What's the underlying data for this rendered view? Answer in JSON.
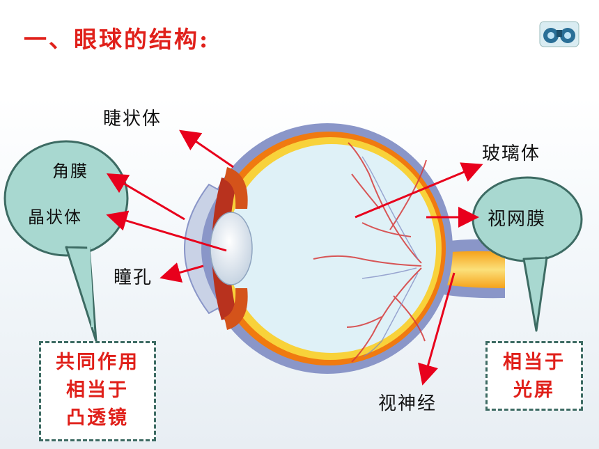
{
  "slide": {
    "title": "一、眼球的结构:",
    "icon": "binoculars-icon"
  },
  "labels": {
    "ciliary_body": "睫状体",
    "cornea": "角膜",
    "lens": "晶状体",
    "pupil": "瞳孔",
    "vitreous_body": "玻璃体",
    "retina": "视网膜",
    "optic_nerve": "视神经"
  },
  "notes": {
    "lens_group": [
      "共同作用",
      "相当于",
      "凸透镜"
    ],
    "retina_group": [
      "相当于",
      "光屏"
    ]
  },
  "colors": {
    "title": "#e0201a",
    "arrow": "#e8001c",
    "bubble_fill": "#a8d8d0",
    "bubble_stroke": "#3d6b63",
    "sclera": "#8a96c8",
    "choroid": "#f07a10",
    "retina": "#f8d23a",
    "vitreous": "#dff1f7",
    "vessels": "#d63a3a"
  }
}
